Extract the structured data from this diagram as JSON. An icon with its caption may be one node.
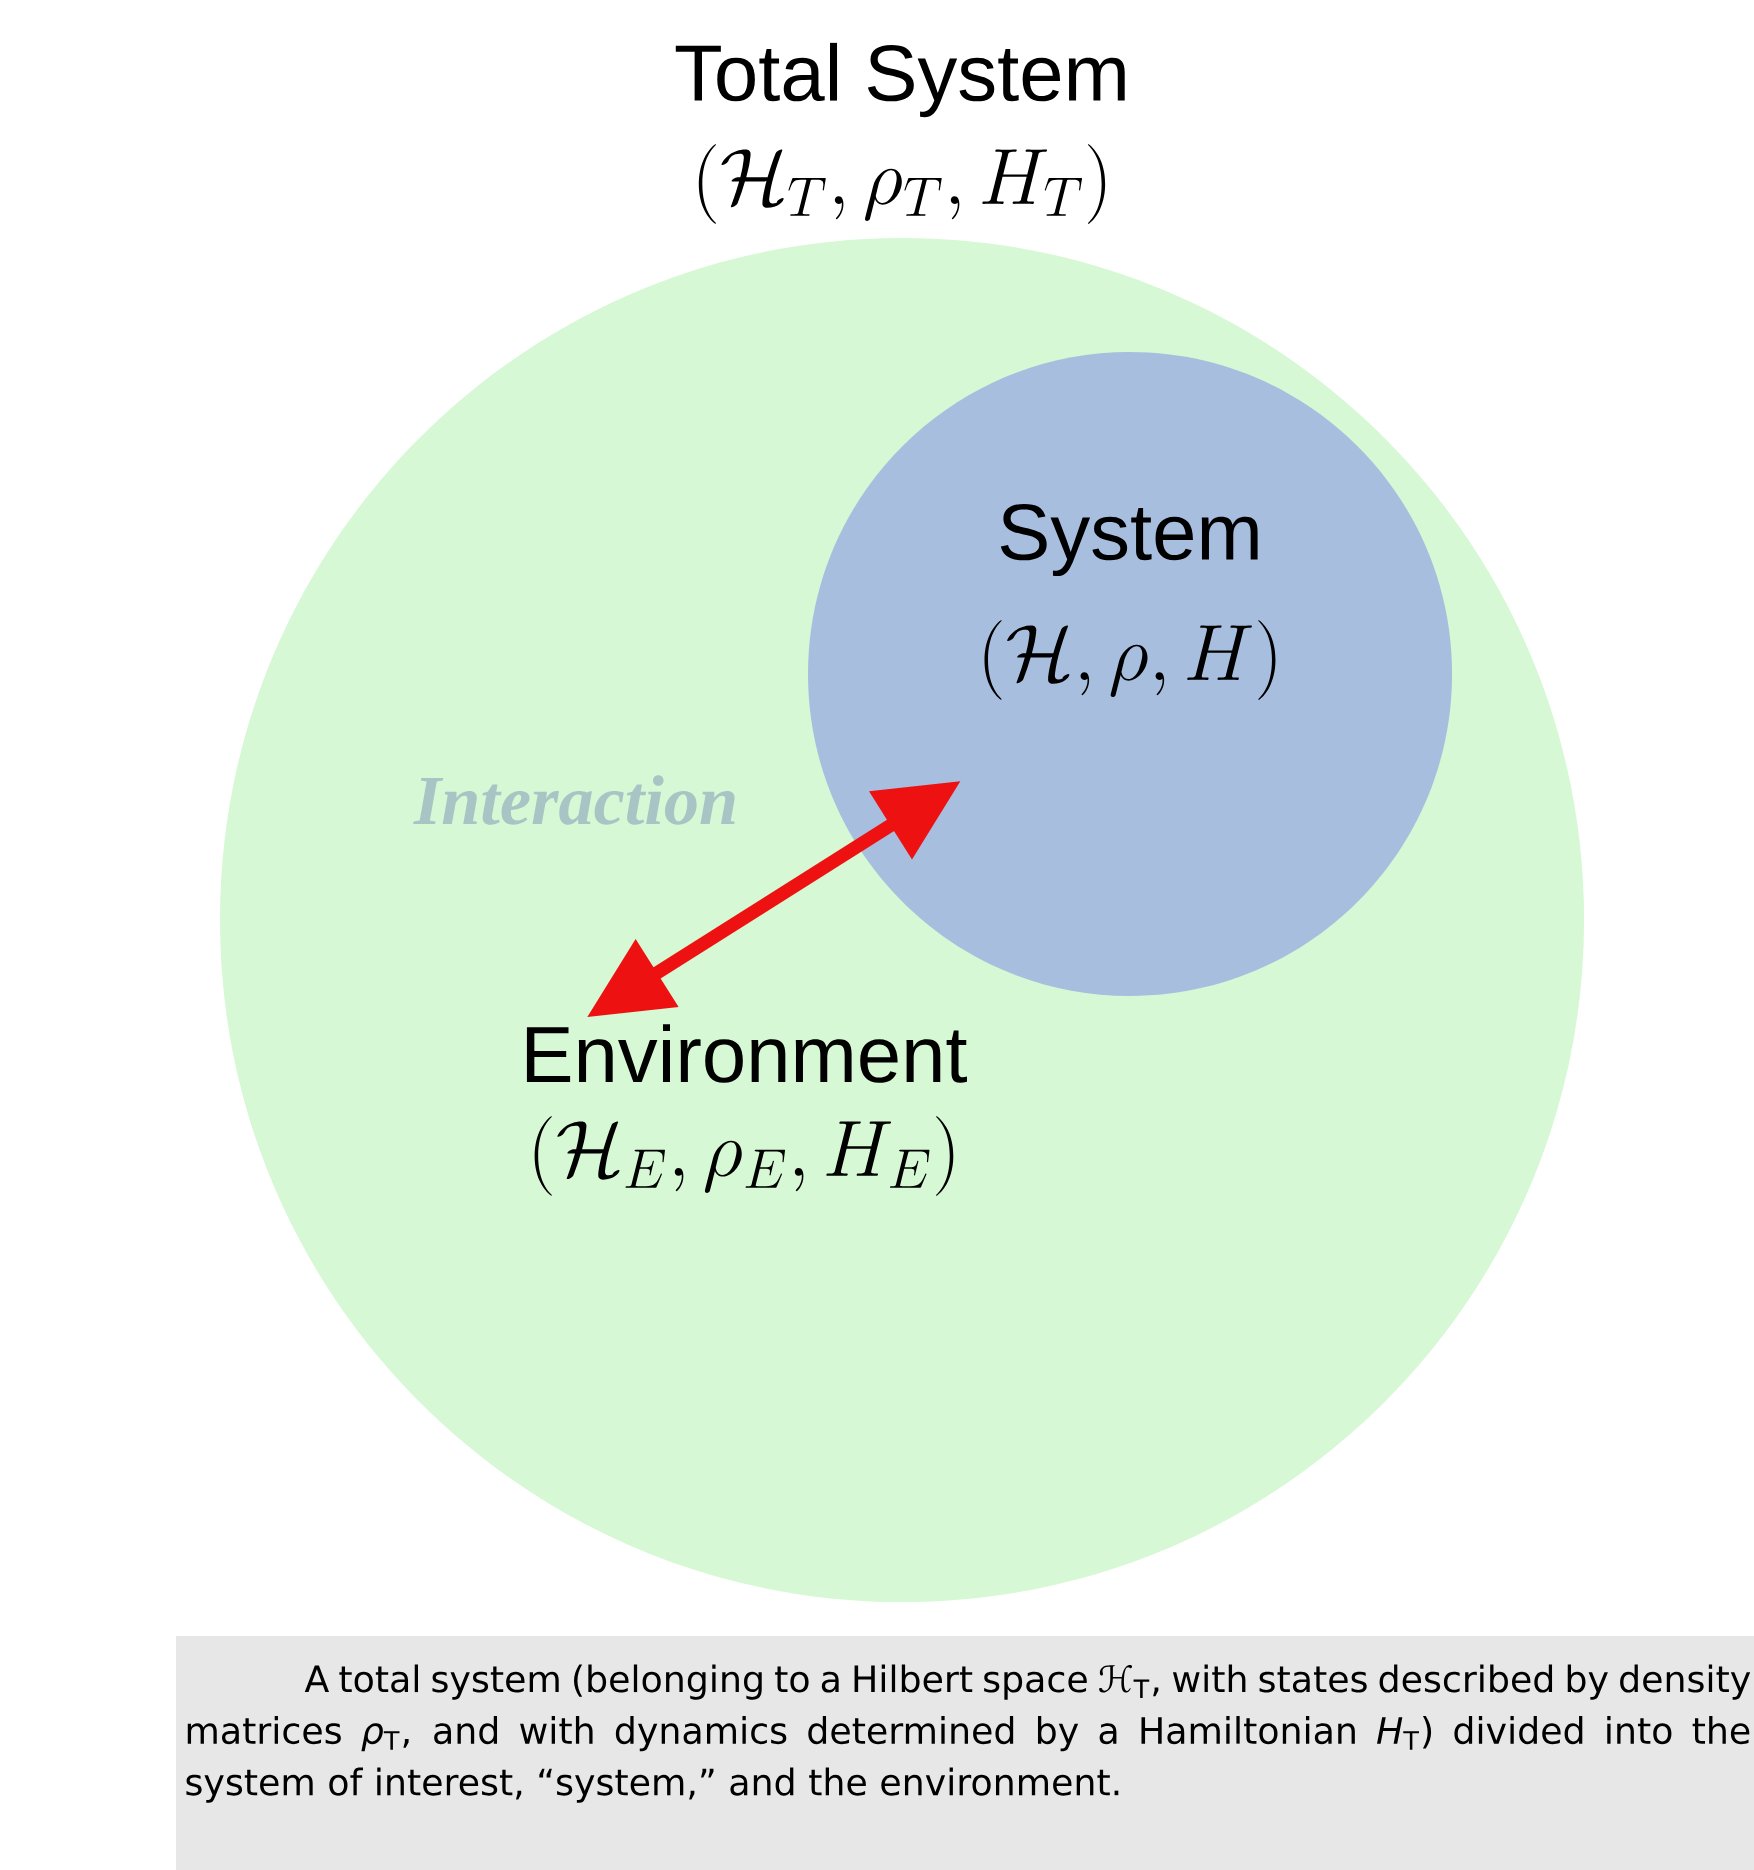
{
  "diagram": {
    "caption": "A total system (belonging to a Hilbert space ℋ$_{T}$, with states described by density matrices *ρ*$_{T}$, and with dynamics determined by a Hamiltonian *H*$_{T}$) divided into the system of interest, “system,” and the environment.",
    "nodes": [
      {
        "text": [
          "Total System",
          "(\\mathcal{H}_T, \\rho_T, H_T)"
        ]
      },
      {
        "text": [
          "System",
          "(\\mathcal{H}, \\rho, H)"
        ],
        "in": 0
      },
      {
        "text": [
          "Environment",
          "(\\mathcal{H}_E, \\rho_E, H_E)"
        ],
        "in": 0
      }
    ],
    "edges": [
      {
        "from": 2,
        "to": 1,
        "arrow": "both",
        "label": "Interaction"
      }
    ]
  }
}
